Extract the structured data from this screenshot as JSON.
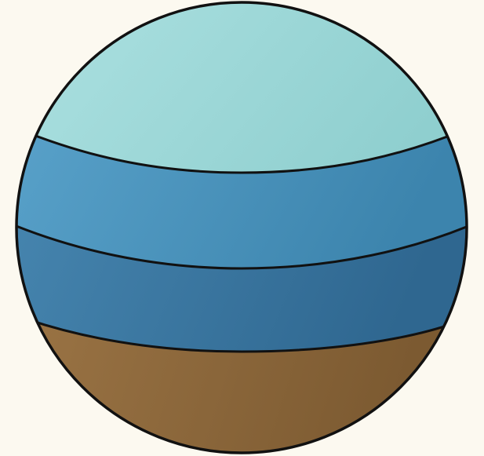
{
  "background_color": "#fcf9f0",
  "outline_color": "#111111",
  "layers": [
    {
      "id": "layer-top",
      "color_light": "#aee2e2",
      "color_dark": "#8fcfcf"
    },
    {
      "id": "layer-upper-middle",
      "color_light": "#5ea7cf",
      "color_dark": "#3c84ad"
    },
    {
      "id": "layer-lower-middle",
      "color_light": "#4b8cb6",
      "color_dark": "#2f6790"
    },
    {
      "id": "layer-bottom",
      "color_light": "#a37b4a",
      "color_dark": "#7c5a31"
    }
  ]
}
